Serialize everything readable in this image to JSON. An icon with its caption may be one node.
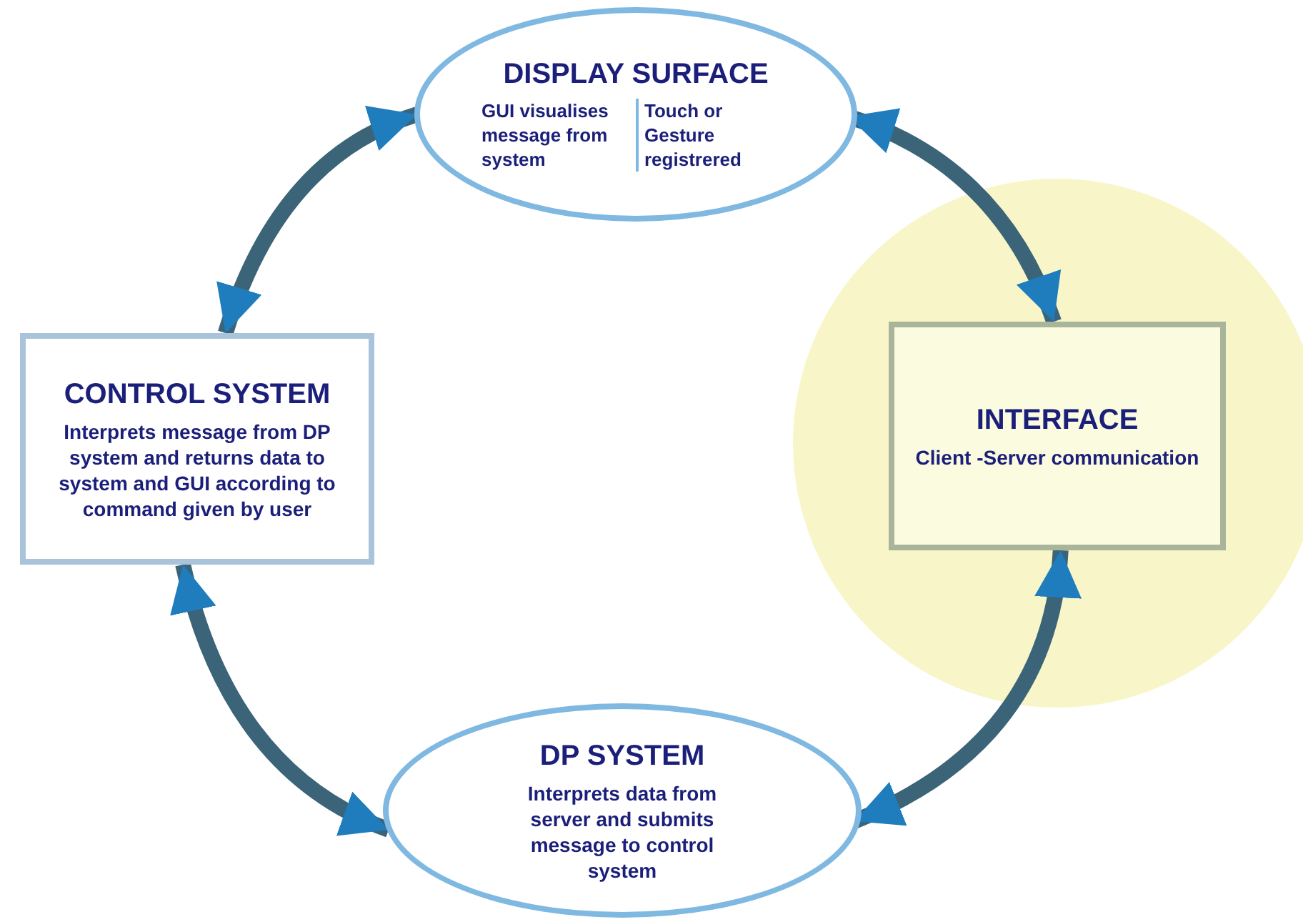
{
  "diagram": {
    "nodes": [
      {
        "text": [
          "DISPLAY SURFACE",
          "GUI visualises message from system",
          "Touch or Gesture registrered"
        ]
      },
      {
        "text": [
          "CONTROL SYSTEM",
          "Interprets message from DP system and returns data to system and GUI according to command given by user"
        ]
      },
      {
        "text": [
          "INTERFACE",
          "Client -Server communication"
        ]
      },
      {
        "text": [
          "DP SYSTEM",
          "Interprets data from server and submits message to control system"
        ]
      }
    ],
    "edges": [
      {
        "from": 0,
        "to": 1,
        "arrow": "both"
      },
      {
        "from": 0,
        "to": 2,
        "arrow": "both"
      },
      {
        "from": 1,
        "to": 3,
        "arrow": "both"
      },
      {
        "from": 2,
        "to": 3,
        "arrow": "both"
      }
    ]
  }
}
